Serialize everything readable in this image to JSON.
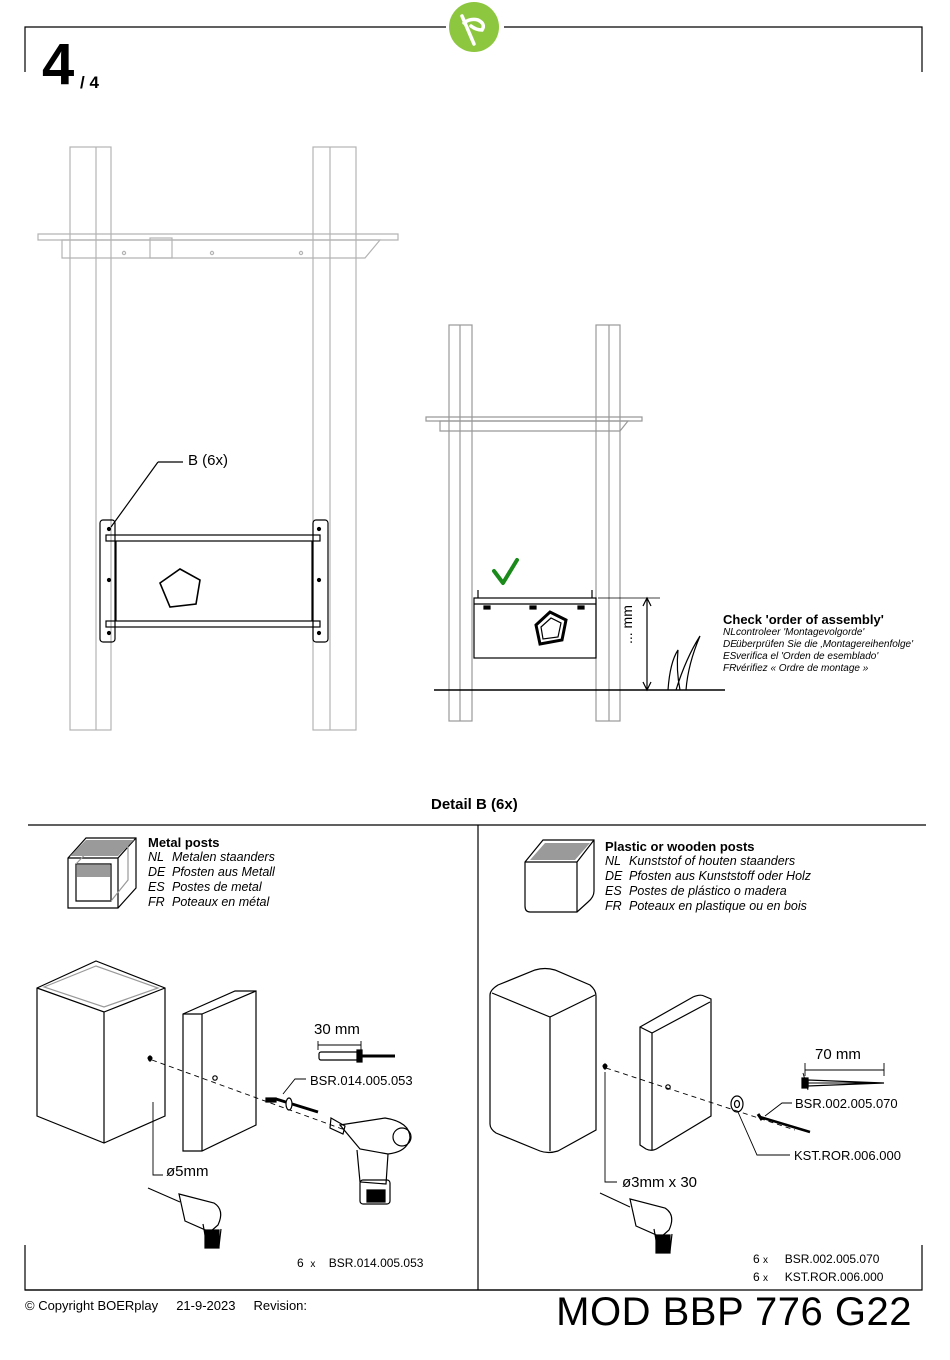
{
  "header": {
    "step": "4",
    "total": "/ 4",
    "logo_icon": "boerplay-leaf-icon",
    "logo_color": "#8dc63f"
  },
  "top": {
    "callout_label": "B (6x)",
    "check_icon": "checkmark-icon",
    "check_color": "#1a8a1a",
    "height_label": "... mm",
    "check_order": {
      "title": "Check 'order of assembly'",
      "lines": [
        {
          "lang": "NL",
          "text": "controleer 'Montagevolgorde'"
        },
        {
          "lang": "DE",
          "text": "überprüfen Sie die ‚Montagereihenfolge'"
        },
        {
          "lang": "ES",
          "text": "verifica el 'Orden de esemblado'"
        },
        {
          "lang": "FR",
          "text": "vérifiez « Ordre de montage »"
        }
      ]
    }
  },
  "detail": {
    "title": "Detail B",
    "count": "(6x)",
    "metal": {
      "title": "Metal posts",
      "lines": [
        {
          "lang": "NL",
          "text": "Metalen staanders"
        },
        {
          "lang": "DE",
          "text": "Pfosten aus Metall"
        },
        {
          "lang": "ES",
          "text": "Postes de metal"
        },
        {
          "lang": "FR",
          "text": "Poteaux en métal"
        }
      ],
      "length_label": "30 mm",
      "rivet_code": "BSR.014.005.053",
      "drill_label": "ø5mm",
      "parts": [
        {
          "qty": "6",
          "x": "x",
          "code": "BSR.014.005.053"
        }
      ]
    },
    "wood": {
      "title": "Plastic or wooden posts",
      "lines": [
        {
          "lang": "NL",
          "text": "Kunststof of houten staanders"
        },
        {
          "lang": "DE",
          "text": "Pfosten aus Kunststoff oder Holz"
        },
        {
          "lang": "ES",
          "text": "Postes de plástico o madera"
        },
        {
          "lang": "FR",
          "text": "Poteaux en plastique ou en bois"
        }
      ],
      "length_label": "70 mm",
      "screw_code": "BSR.002.005.070",
      "washer_code": "KST.ROR.006.000",
      "drill_label": "ø3mm x 30",
      "parts": [
        {
          "qty": "6",
          "x": "x",
          "code": "BSR.002.005.070"
        },
        {
          "qty": "6",
          "x": "x",
          "code": "KST.ROR.006.000"
        }
      ]
    }
  },
  "footer": {
    "copyright": "© Copyright BOERplay",
    "date": "21-9-2023",
    "revision": "Revision:",
    "model": "MOD BBP 776 G22"
  }
}
